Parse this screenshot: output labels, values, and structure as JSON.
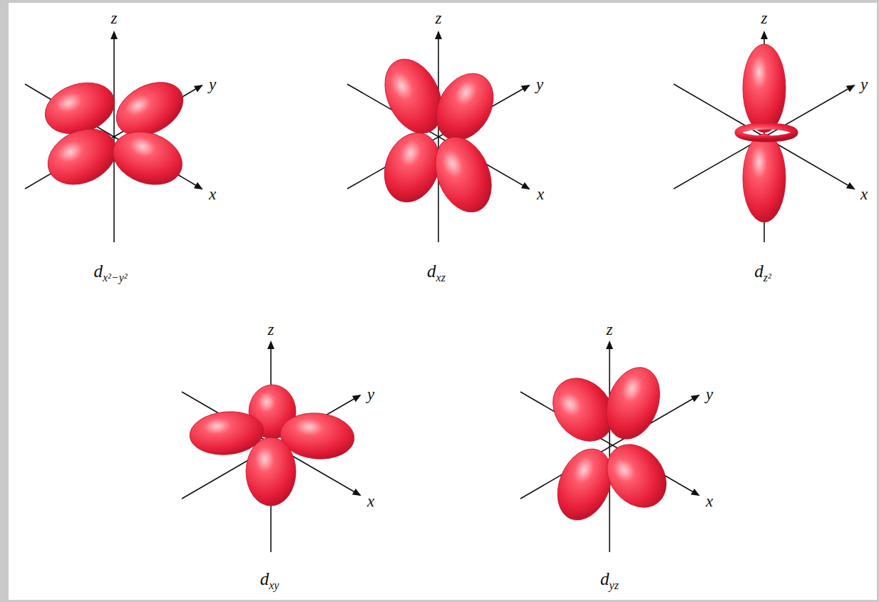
{
  "diagram": {
    "labels": [
      "z",
      "y",
      "x",
      "d",
      "x²−y²",
      "z",
      "y",
      "x",
      "d",
      "xz",
      "z",
      "y",
      "x",
      "d",
      "z²",
      "z",
      "y",
      "x",
      "d",
      "xy",
      "z",
      "y",
      "x",
      "d",
      "yz"
    ]
  }
}
